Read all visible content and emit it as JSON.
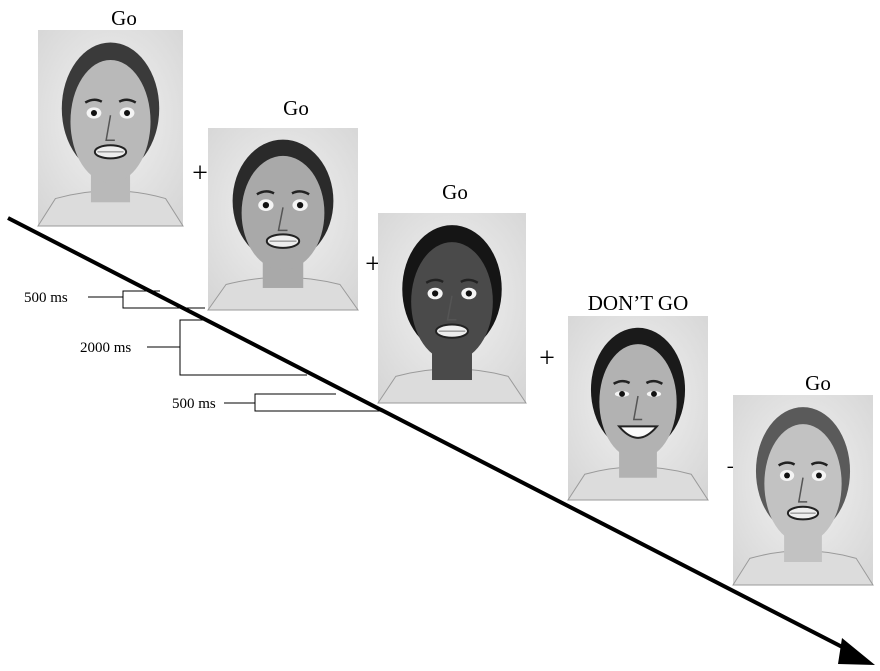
{
  "trials": [
    {
      "label": "Go",
      "expression": "fearful",
      "skin": "#b9b9b9",
      "hair": "#3a3a3a"
    },
    {
      "label": "Go",
      "expression": "fearful",
      "skin": "#a9a9a9",
      "hair": "#2a2a2a"
    },
    {
      "label": "Go",
      "expression": "fearful",
      "skin": "#4a4a4a",
      "hair": "#151515"
    },
    {
      "label": "DON’T GO",
      "expression": "happy",
      "skin": "#b2b2b2",
      "hair": "#1a1a1a"
    },
    {
      "label": "Go",
      "expression": "fearful",
      "skin": "#c2c2c2",
      "hair": "#5a5a5a"
    }
  ],
  "fixation_symbol": "+",
  "timings": [
    {
      "label": "500 ms"
    },
    {
      "label": "2000 ms"
    },
    {
      "label": "500 ms"
    }
  ]
}
